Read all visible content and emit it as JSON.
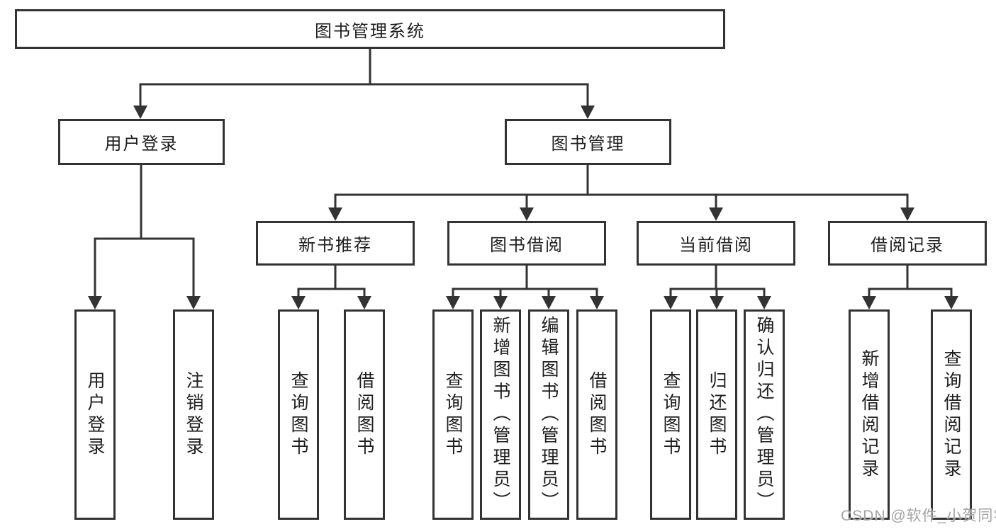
{
  "colors": {
    "line": "#333333",
    "box_border": "#333333",
    "text": "#1e1e1e",
    "background": "#ffffff",
    "watermark": "#a3a3a3"
  },
  "watermark": {
    "text": "CSDN @软件_小贺同学"
  },
  "tree": {
    "root": {
      "label": "图书管理系统",
      "children": [
        {
          "label": "用户登录",
          "children": [
            {
              "label": "用户登录"
            },
            {
              "label": "注销登录"
            }
          ]
        },
        {
          "label": "图书管理",
          "children": [
            {
              "label": "新书推荐",
              "children": [
                {
                  "label": "查询图书"
                },
                {
                  "label": "借阅图书"
                }
              ]
            },
            {
              "label": "图书借阅",
              "children": [
                {
                  "label": "查询图书"
                },
                {
                  "label": "新增图书（管理员）"
                },
                {
                  "label": "编辑图书（管理员）"
                },
                {
                  "label": "借阅图书"
                }
              ]
            },
            {
              "label": "当前借阅",
              "children": [
                {
                  "label": "查询图书"
                },
                {
                  "label": "归还图书"
                },
                {
                  "label": "确认归还（管理员）"
                }
              ]
            },
            {
              "label": "借阅记录",
              "children": [
                {
                  "label": "新增借阅记录"
                },
                {
                  "label": "查询借阅记录"
                }
              ]
            }
          ]
        }
      ]
    }
  }
}
